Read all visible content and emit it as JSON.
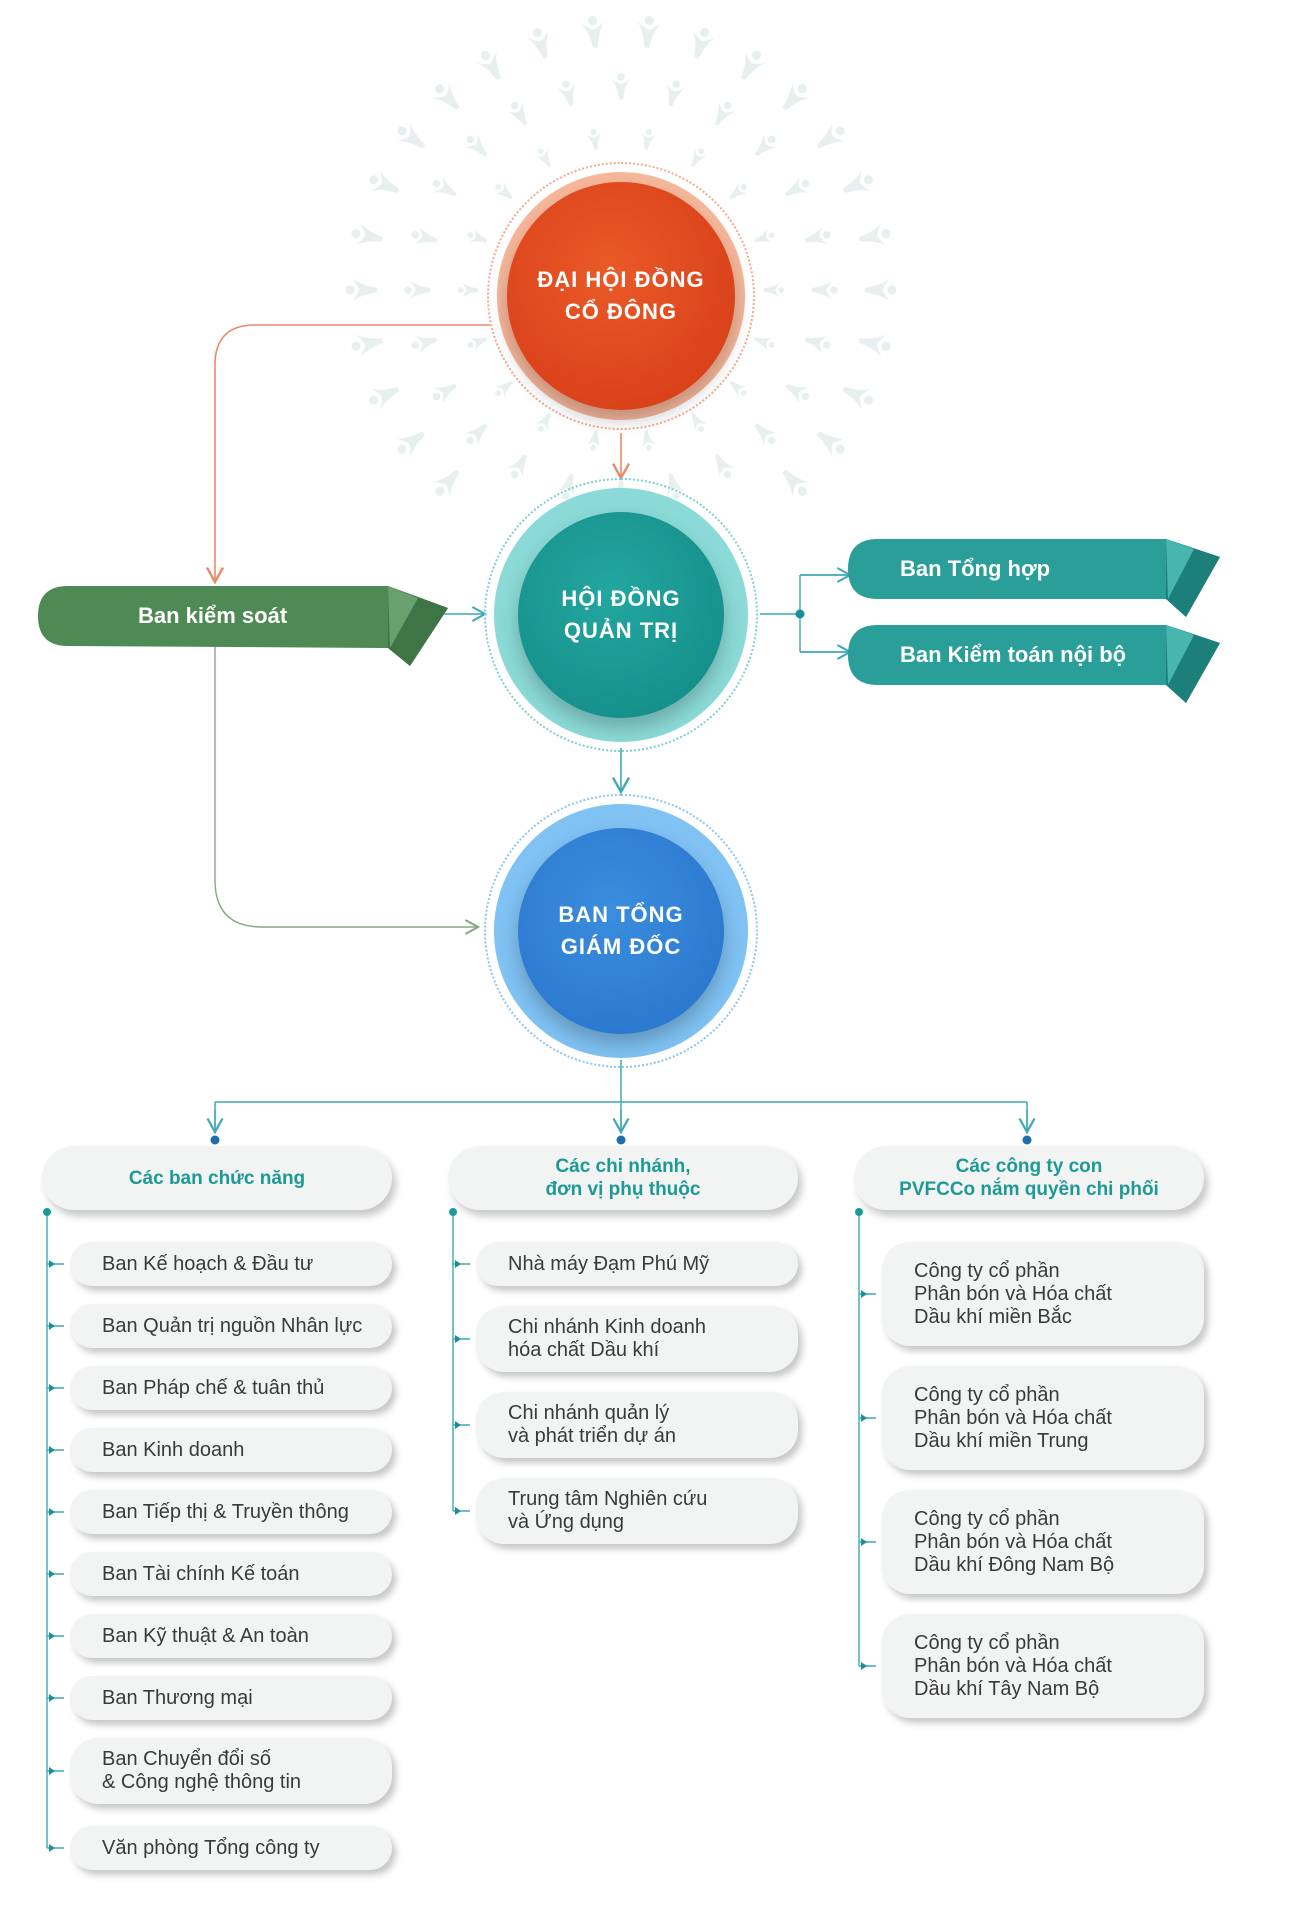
{
  "colors": {
    "shareholders": "#e3461c",
    "board": "#1a9b96",
    "ceo": "#2f7fd6",
    "supervisory": "#4f8a55",
    "ribbon_teal": "#2a9e98",
    "pill_text": "#1d9a95",
    "line_orange": "#e98a6b",
    "line_teal": "#3fa9b5",
    "line_green": "#86a886"
  },
  "nodes": {
    "shareholders": "ĐẠI HỘI ĐỒNG\nCỔ ĐÔNG",
    "board": "HỘI ĐỒNG\nQUẢN TRỊ",
    "ceo": "BAN TỔNG\nGIÁM ĐỐC",
    "supervisory": "Ban kiểm soát",
    "general_affairs": "Ban Tổng hợp",
    "internal_audit": "Ban Kiểm toán nội bộ"
  },
  "columns": [
    {
      "header": "Các ban chức năng",
      "items": [
        "Ban Kế hoạch & Đầu tư",
        "Ban Quản trị nguồn Nhân lực",
        "Ban Pháp chế & tuân thủ",
        "Ban Kinh doanh",
        "Ban Tiếp thị & Truyền thông",
        "Ban Tài chính Kế toán",
        "Ban Kỹ thuật & An toàn",
        "Ban Thương mại",
        "Ban Chuyển đổi số\n& Công nghệ thông tin",
        "Văn phòng Tổng công ty"
      ]
    },
    {
      "header": "Các chi nhánh,\nđơn vị phụ thuộc",
      "items": [
        "Nhà máy Đạm Phú Mỹ",
        "Chi nhánh Kinh doanh\nhóa chất Dầu khí",
        "Chi nhánh quản lý\nvà phát triển dự án",
        "Trung tâm Nghiên cứu\nvà Ứng dụng"
      ]
    },
    {
      "header": "Các công ty con\nPVFCCo nắm quyền chi phối",
      "items": [
        "Công ty cổ phần\nPhân bón và Hóa chất\nDầu khí miền Bắc",
        "Công ty cổ phần\nPhân bón và Hóa chất\nDầu khí miền Trung",
        "Công ty cổ phần\nPhân bón và Hóa chất\nDầu khí Đông Nam Bộ",
        "Công ty cổ phần\nPhân bón và Hóa chất\nDầu khí Tây Nam Bộ"
      ]
    }
  ]
}
